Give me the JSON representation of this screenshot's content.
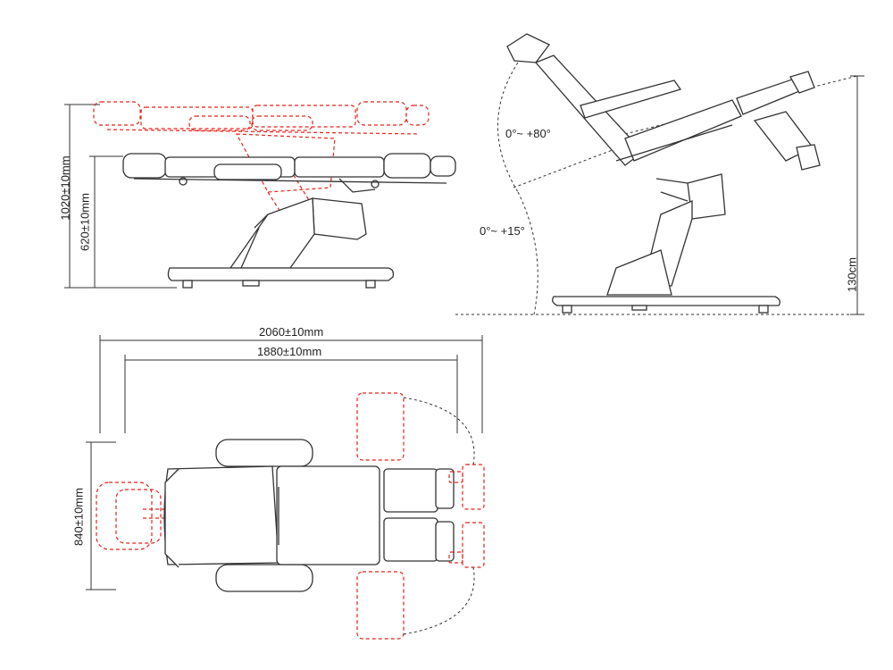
{
  "side_view": {
    "total_height": "1020±10mm",
    "seat_height": "620±10mm"
  },
  "tilt_view": {
    "back_angle": "0°~ +80°",
    "seat_angle": "0°~ +15°",
    "max_height": "130cm"
  },
  "top_view": {
    "total_length": "2060±10mm",
    "body_length": "1880±10mm",
    "width": "840±10mm"
  },
  "colors": {
    "line": "#333333",
    "adjust_range": "#e2231a"
  }
}
